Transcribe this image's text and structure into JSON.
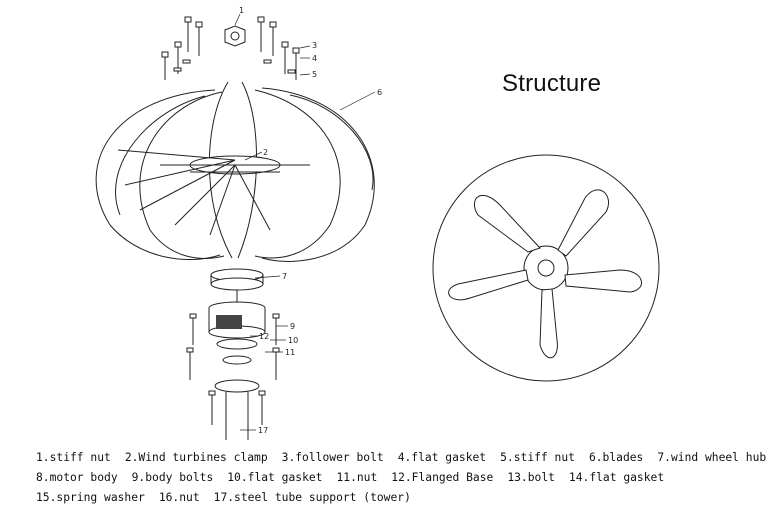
{
  "title": "Structure",
  "callouts": [
    "1",
    "2",
    "3",
    "4",
    "5",
    "6",
    "7",
    "9",
    "10",
    "11",
    "12",
    "17"
  ],
  "legend": {
    "row1": [
      "1.stiff nut",
      "2.Wind turbines clamp",
      "3.follower bolt",
      "4.flat gasket",
      "5.stiff nut",
      "6.blades",
      "7.wind wheel hub"
    ],
    "row2": [
      "8.motor body",
      "9.body bolts",
      "10.flat gasket",
      "11.nut",
      "12.Flanged Base",
      "13.bolt",
      "14.flat gasket"
    ],
    "row3": [
      "15.spring washer",
      "16.nut",
      "17.steel tube support (tower)"
    ]
  }
}
